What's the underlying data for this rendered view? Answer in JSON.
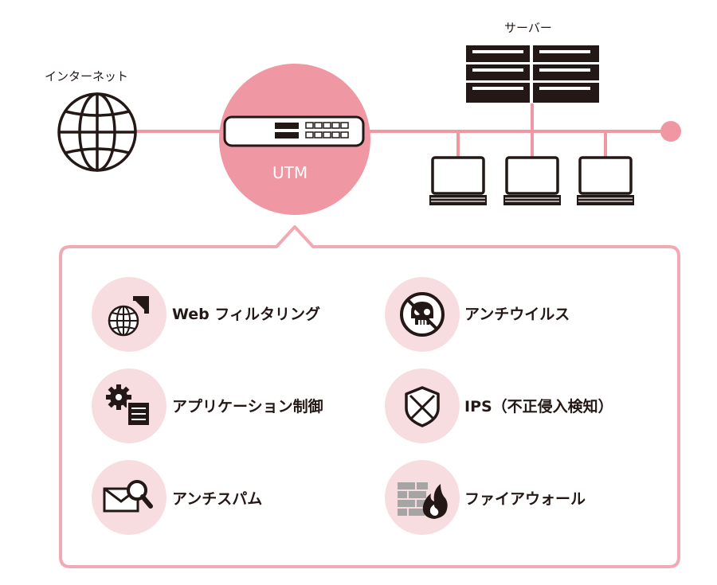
{
  "labels": {
    "internet": "インターネット",
    "server": "サーバー",
    "utm": "UTM"
  },
  "features": [
    {
      "icon": "web-filter-icon",
      "label": "Web フィルタリング"
    },
    {
      "icon": "antivirus-icon",
      "label": "アンチウイルス"
    },
    {
      "icon": "app-control-icon",
      "label": "アプリケーション制御"
    },
    {
      "icon": "ips-shield-icon",
      "label": "IPS（不正侵入検知）"
    },
    {
      "icon": "antispam-icon",
      "label": "アンチスパム"
    },
    {
      "icon": "firewall-icon",
      "label": "ファイアウォール"
    }
  ],
  "colors": {
    "accent_pink": "#ef97a3",
    "light_pink": "#f8dde0",
    "border_pink": "#f1aab4",
    "icon_dark": "#231815",
    "firewall_gray": "#a5a5a5"
  }
}
